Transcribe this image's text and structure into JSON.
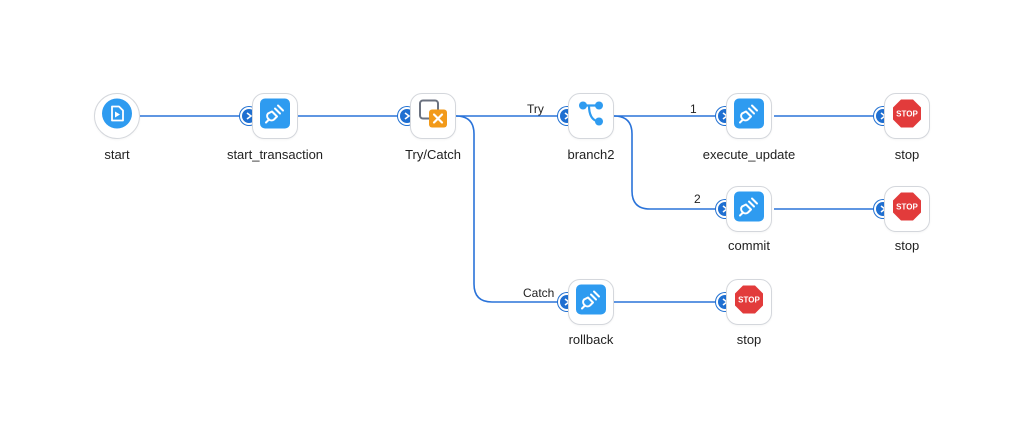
{
  "colors": {
    "edge": "#2a73d9",
    "port": "#1f6fd1",
    "connector": "#2e9bf0",
    "trycatch": "#f29a1a",
    "stop": "#e23b3b"
  },
  "nodes": {
    "start": {
      "label": "start",
      "icon": "start-document-icon"
    },
    "start_transaction": {
      "label": "start_transaction",
      "icon": "plug-connector-icon"
    },
    "trycatch": {
      "label": "Try/Catch",
      "icon": "try-catch-icon"
    },
    "branch2": {
      "label": "branch2",
      "icon": "branch-icon"
    },
    "execute_update": {
      "label": "execute_update",
      "icon": "plug-connector-icon"
    },
    "stop1": {
      "label": "stop",
      "icon": "stop-sign-icon",
      "sign_text": "STOP"
    },
    "commit": {
      "label": "commit",
      "icon": "plug-connector-icon"
    },
    "stop2": {
      "label": "stop",
      "icon": "stop-sign-icon",
      "sign_text": "STOP"
    },
    "rollback": {
      "label": "rollback",
      "icon": "plug-connector-icon"
    },
    "stop3": {
      "label": "stop",
      "icon": "stop-sign-icon",
      "sign_text": "STOP"
    }
  },
  "edges": {
    "try": "Try",
    "catch": "Catch",
    "branch1": "1",
    "branch2": "2"
  }
}
